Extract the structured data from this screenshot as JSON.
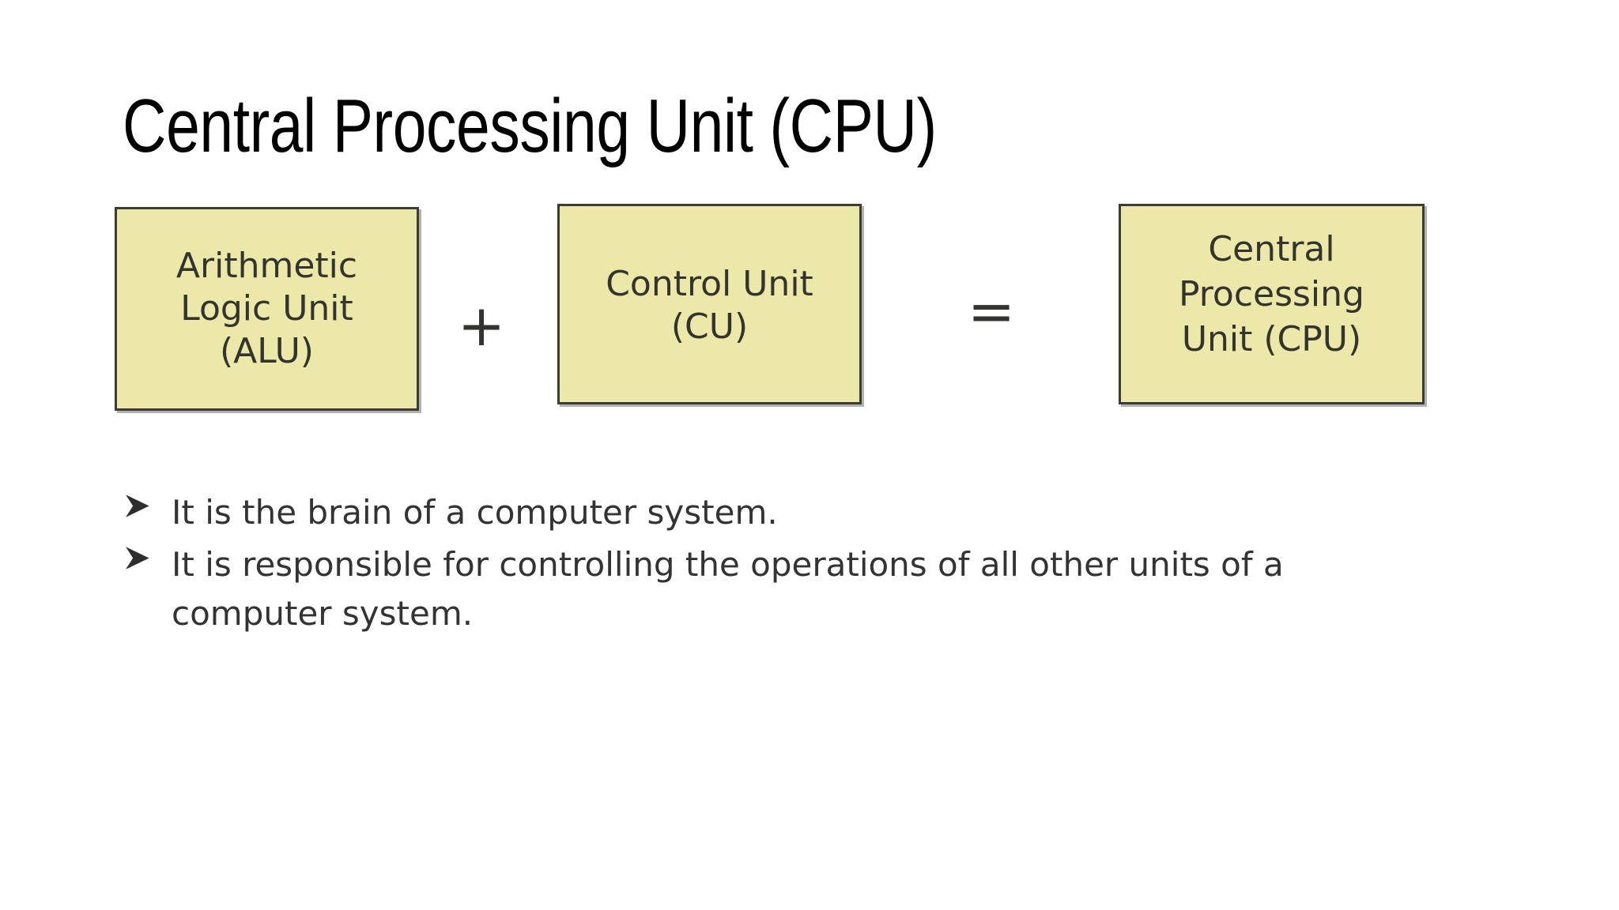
{
  "slide": {
    "title": "Central Processing Unit (CPU)",
    "background_color": "#ffffff"
  },
  "colors": {
    "box_fill": "#ece9a8",
    "box_border": "#3c3c36",
    "box_text": "#333330",
    "title_text": "#000000",
    "body_text": "#333333"
  },
  "diagram": {
    "boxes": [
      {
        "id": "alu",
        "lines": [
          "Arithmetic",
          "Logic Unit",
          "(ALU)"
        ],
        "full_label": "Arithmetic Logic Unit (ALU)"
      },
      {
        "id": "cu",
        "lines": [
          "Control Unit",
          "(CU)"
        ],
        "full_label": "Control Unit (CU)"
      },
      {
        "id": "cpu",
        "lines": [
          "Central",
          "Processing",
          "Unit (CPU)"
        ],
        "full_label": "Central Processing Unit (CPU)"
      }
    ],
    "operators": {
      "plus": "+",
      "equals": "="
    }
  },
  "bullets": {
    "marker_icon": "arrowhead-bullet-icon",
    "items": [
      "It is the brain of a computer system.",
      "It is responsible for controlling the operations of all other units of a computer system."
    ]
  }
}
